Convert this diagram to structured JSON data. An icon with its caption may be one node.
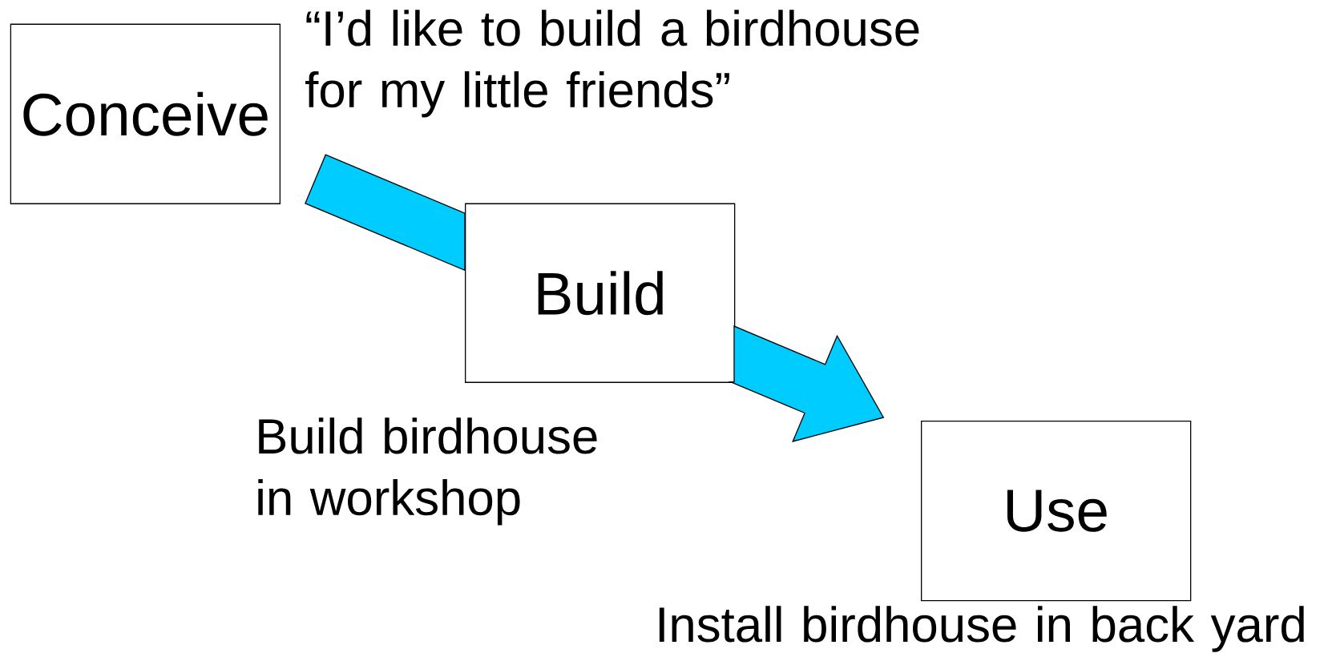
{
  "diagram": {
    "nodes": [
      {
        "text": [
          "Conceive"
        ],
        "beside": [
          "“I’d like to build a birdhouse for my little friends”"
        ]
      },
      {
        "text": [
          "Build"
        ],
        "beside": [
          "Build birdhouse in workshop"
        ]
      },
      {
        "text": [
          "Use"
        ],
        "beside": [
          "Install birdhouse in back yard"
        ]
      }
    ],
    "edges": [
      {
        "from": 0,
        "to": 1,
        "arrow": "none"
      },
      {
        "from": 1,
        "to": 2,
        "arrow": "to"
      }
    ]
  }
}
